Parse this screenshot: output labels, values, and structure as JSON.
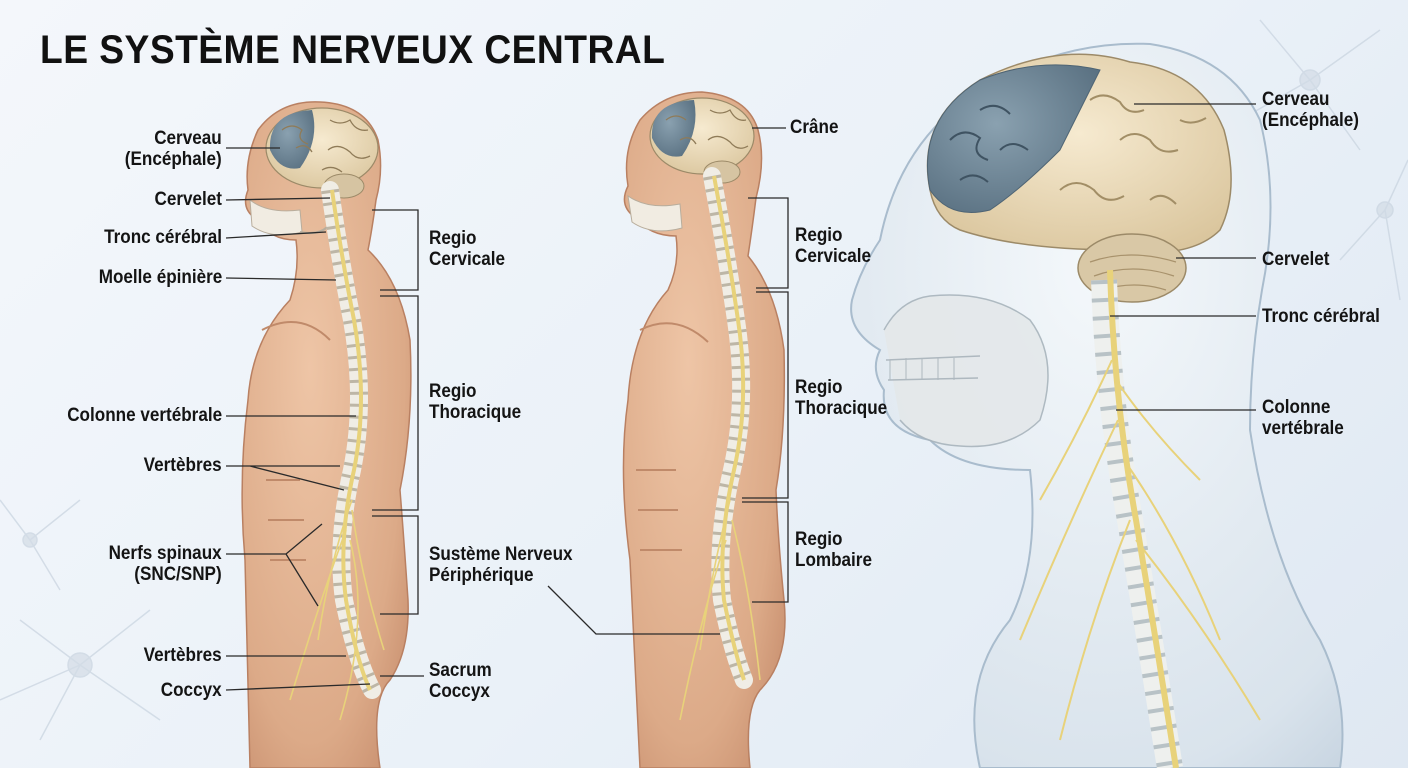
{
  "title": "LE SYSTÈME NERVEUX CENTRAL",
  "colors": {
    "skin": "#e3b594",
    "skin_shadow": "#c98d6c",
    "brain_gray": "#6f8898",
    "brain_cream": "#ecdcb8",
    "nerve": "#e8d27a",
    "bone": "#eae6dc",
    "ghost_body": "#d5dfe9",
    "leader_line": "#2a2a2a",
    "background": "#eef3f8"
  },
  "panel_left": {
    "labels_left": {
      "cerveau": [
        "Cerveau",
        "(Encéphale)"
      ],
      "cervelet": "Cervelet",
      "tronc": "Tronc cérébral",
      "moelle": "Moelle épinière",
      "colonne": "Colonne vertébrale",
      "vertebres_1": "Vertèbres",
      "nerfs": [
        "Nerfs spinaux",
        "(SNC/SNP)"
      ],
      "vertebres_2": "Vertèbres",
      "coccyx": "Coccyx"
    },
    "labels_right": {
      "cervicale": [
        "Regio",
        "Cervicale"
      ],
      "thoracique": [
        "Regio",
        "Thoracique"
      ],
      "snp": [
        "Sustème Nerveux",
        "Périphérique"
      ],
      "sacrum": [
        "Sacrum",
        "Coccyx"
      ]
    }
  },
  "panel_middle": {
    "labels_right": {
      "crane": "Crâne",
      "cervicale": [
        "Regio",
        "Cervicale"
      ],
      "thoracique": [
        "Regio",
        "Thoracique"
      ],
      "lombaire": [
        "Regio",
        "Lombaire"
      ]
    }
  },
  "panel_right": {
    "labels_right": {
      "cerveau": [
        "Cerveau",
        "(Encéphale)"
      ],
      "cervelet": "Cervelet",
      "tronc": "Tronc cérébral",
      "colonne": [
        "Colonne",
        "vertébrale"
      ]
    }
  }
}
